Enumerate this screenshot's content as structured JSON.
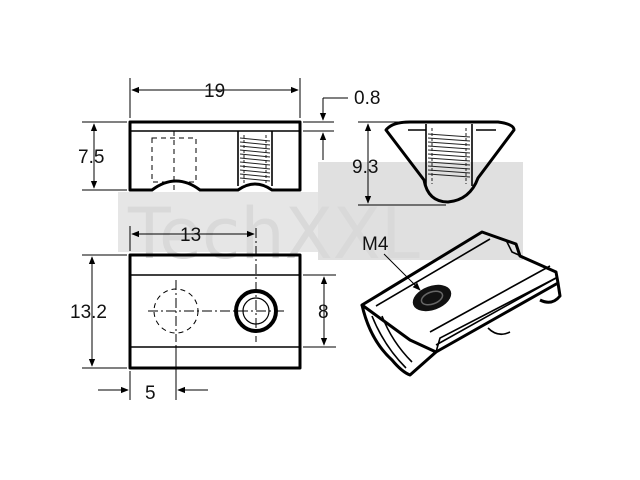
{
  "watermark": {
    "text": "TechXXL",
    "color": "#d9d9d9"
  },
  "dimensions": {
    "top_width": "19",
    "top_lip": "0.8",
    "side_height": "7.5",
    "end_height": "9.3",
    "bottom_hole_offset": "13",
    "bottom_length": "13.2",
    "bottom_height": "8",
    "bottom_edge_offset": "5"
  },
  "thread_label": "M4",
  "colors": {
    "line": "#000000",
    "background": "#ffffff"
  }
}
